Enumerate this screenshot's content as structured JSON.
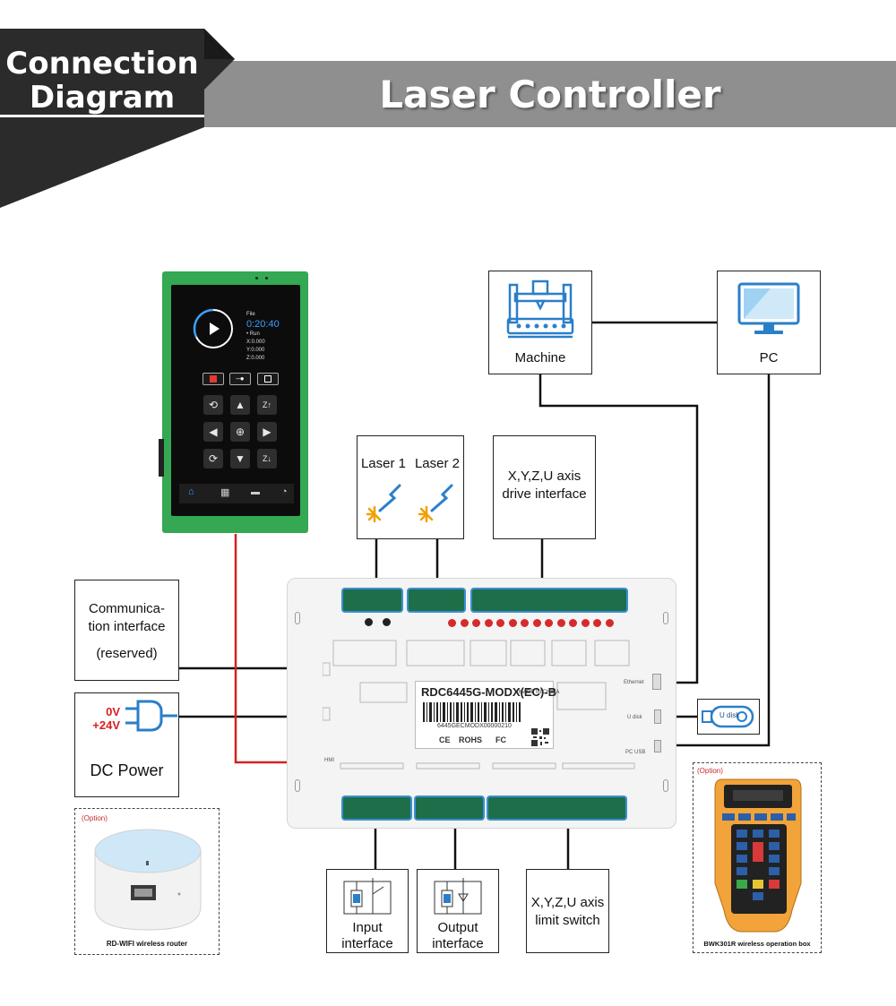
{
  "header": {
    "badge_line1": "Connection",
    "badge_line2": "Diagram",
    "title": "Laser Controller"
  },
  "boxes": {
    "machine": "Machine",
    "pc": "PC",
    "laser1": "Laser 1",
    "laser2": "Laser 2",
    "drive_line1": "X,Y,Z,U axis",
    "drive_line2": "drive interface",
    "comm_line1": "Communica-",
    "comm_line2": "tion interface",
    "comm_line3": "(reserved)",
    "power_0v": "0V",
    "power_24v": "+24V",
    "power_label": "DC Power",
    "input_line1": "Input",
    "input_line2": "interface",
    "output_line1": "Output",
    "output_line2": "interface",
    "limit_line1": "X,Y,Z,U axis",
    "limit_line2": "limit switch",
    "udisk": "U disk"
  },
  "touch_panel": {
    "file_label": "File",
    "time": "0:20:40",
    "run": "• Run",
    "x": "X:0.000",
    "y": "Y:0.000",
    "z": "Z:0.000"
  },
  "controller": {
    "model": "RDC6445G-MODX(EC)-B",
    "made_in": "MADE IN CHINA",
    "serial": "6445GECMODX00000210",
    "ce": "CE",
    "rohs": "ROHS",
    "fc": "FC",
    "port_ethernet": "Ethernet",
    "port_udisk": "U disk",
    "port_pcusb": "PC USB",
    "port_hmi": "HMI"
  },
  "accessories": {
    "option_label": "(Option)",
    "wifi_caption": "RD-WIFI wireless router",
    "remote_caption": "BWK301R wireless operation box"
  },
  "colors": {
    "header_gray": "#8f8f8f",
    "badge_dark": "#2b2b2b",
    "power_red": "#d62020",
    "plug_blue": "#2a7fc9",
    "terminal_green": "#1e6e49",
    "terminal_outline": "#3b8fd6",
    "led_red": "#d52b2b",
    "remote_orange": "#f2a33a"
  }
}
